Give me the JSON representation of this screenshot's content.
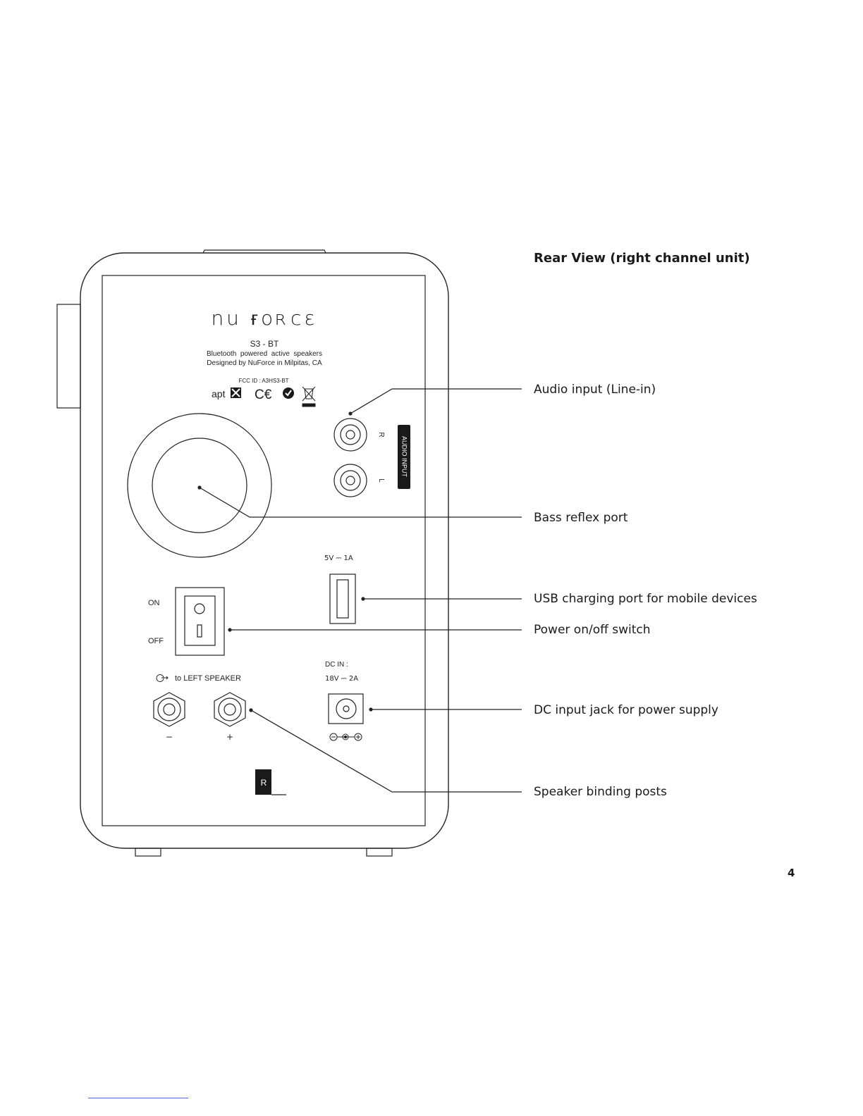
{
  "heading": "Rear View (right channel unit)",
  "callouts": {
    "audio_input": "Audio input (Line-in)",
    "bass_port": "Bass reflex port",
    "usb": "USB charging port for mobile devices",
    "power_switch": "Power on/off switch",
    "dc_input": "DC input jack for power supply",
    "binding_posts": "Speaker binding posts"
  },
  "panel": {
    "brand_logo": "nu force",
    "model": "S3 - BT",
    "line1": "Bluetooth  powered  active  speakers",
    "line2": "Designed by NuForce in Milpitas, CA",
    "fcc": "FCC ID : A3HS3-BT",
    "aptx_logo": "aptX",
    "ce_logo": "CE",
    "audio_input_label": "AUDIO INPUT",
    "r_label": "R",
    "l_label": "L",
    "usb_rating": "5V ⎓ 1A",
    "on_label": "ON",
    "off_label": "OFF",
    "dc_in_label": "DC IN :",
    "dc_rating": "18V ⎓ 2A",
    "to_left_speaker": "to LEFT SPEAKER",
    "minus": "−",
    "plus": "+",
    "channel_badge": "R"
  },
  "page_number": "4",
  "colors": {
    "line": "#222222",
    "badge": "#1a1a1a"
  }
}
